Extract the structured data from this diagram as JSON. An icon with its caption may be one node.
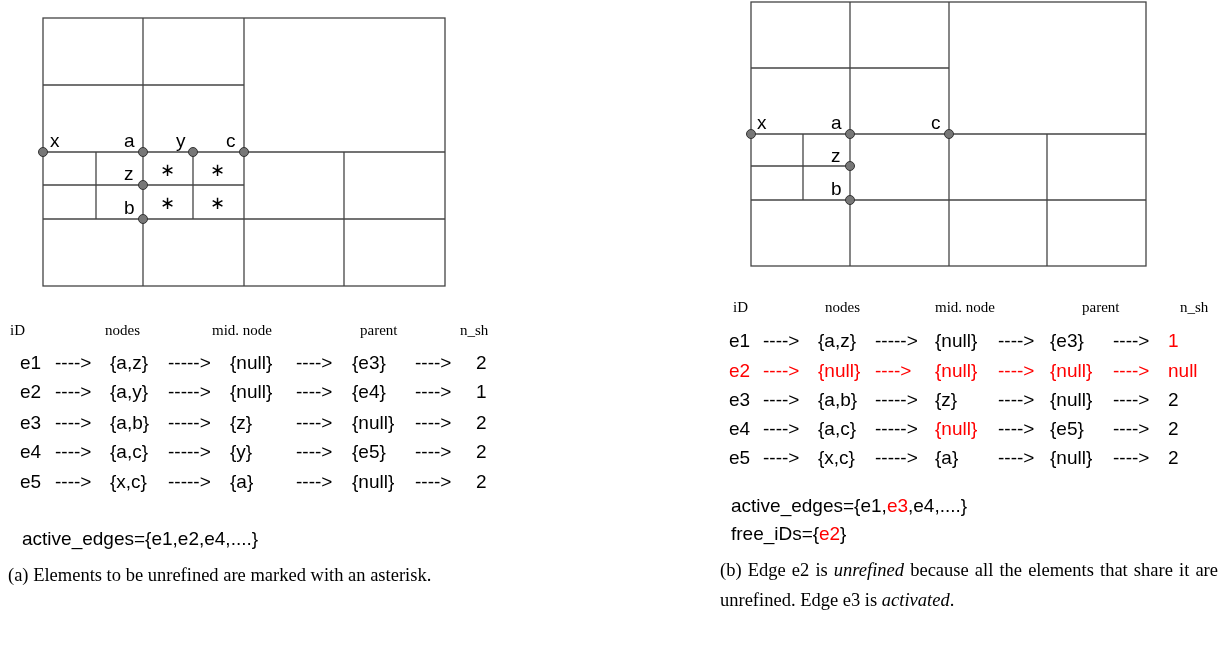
{
  "diagram": {
    "labels": [
      "x",
      "a",
      "y",
      "c",
      "z",
      "∗",
      "∗",
      "b",
      "∗",
      "∗",
      "x",
      "a",
      "c",
      "z",
      "b",
      "iD",
      "nodes",
      "mid. node",
      "parent",
      "n_sh",
      "e1",
      "---->",
      "{a,z}",
      "----->",
      "{null}",
      "---->",
      "{e3}",
      "---->",
      "2",
      "e2",
      "---->",
      "{a,y}",
      "----->",
      "{null}",
      "---->",
      "{e4}",
      "---->",
      "1",
      "e3",
      "---->",
      "{a,b}",
      "----->",
      "{z}",
      "---->",
      "{null}",
      "---->",
      "2",
      "e4",
      "---->",
      "{a,c}",
      "----->",
      "{y}",
      "---->",
      "{e5}",
      "---->",
      "2",
      "e5",
      "---->",
      "{x,c}",
      "----->",
      "{a}",
      "---->",
      "{null}",
      "---->",
      "2",
      "active_edges={e1,e2,e4,....}",
      "(a) Elements to be unrefined are marked with an asterisk.",
      "iD",
      "nodes",
      "mid. node",
      "parent",
      "n_sh",
      "e1",
      "---->",
      "{a,z}",
      "----->",
      "{null}",
      "---->",
      "{e3}",
      "---->",
      "1",
      "e2",
      "---->",
      "{null}",
      "---->",
      "{null}",
      "---->",
      "{null}",
      "---->",
      "null",
      "e3",
      "---->",
      "{a,b}",
      "----->",
      "{z}",
      "---->",
      "{null}",
      "---->",
      "2",
      "e4",
      "---->",
      "{a,c}",
      "----->",
      "{null}",
      "---->",
      "{e5}",
      "---->",
      "2",
      "e5",
      "---->",
      "{x,c}",
      "----->",
      "{a}",
      "---->",
      "{null}",
      "---->",
      "2",
      "active_edges={e1,",
      "e3",
      ",e4,....}",
      "free_iDs={",
      "e2",
      "}",
      "(b) Edge e2 is *unrefined* because all the elements that share it are unrefined. Edge e3 is *activated*."
    ]
  }
}
